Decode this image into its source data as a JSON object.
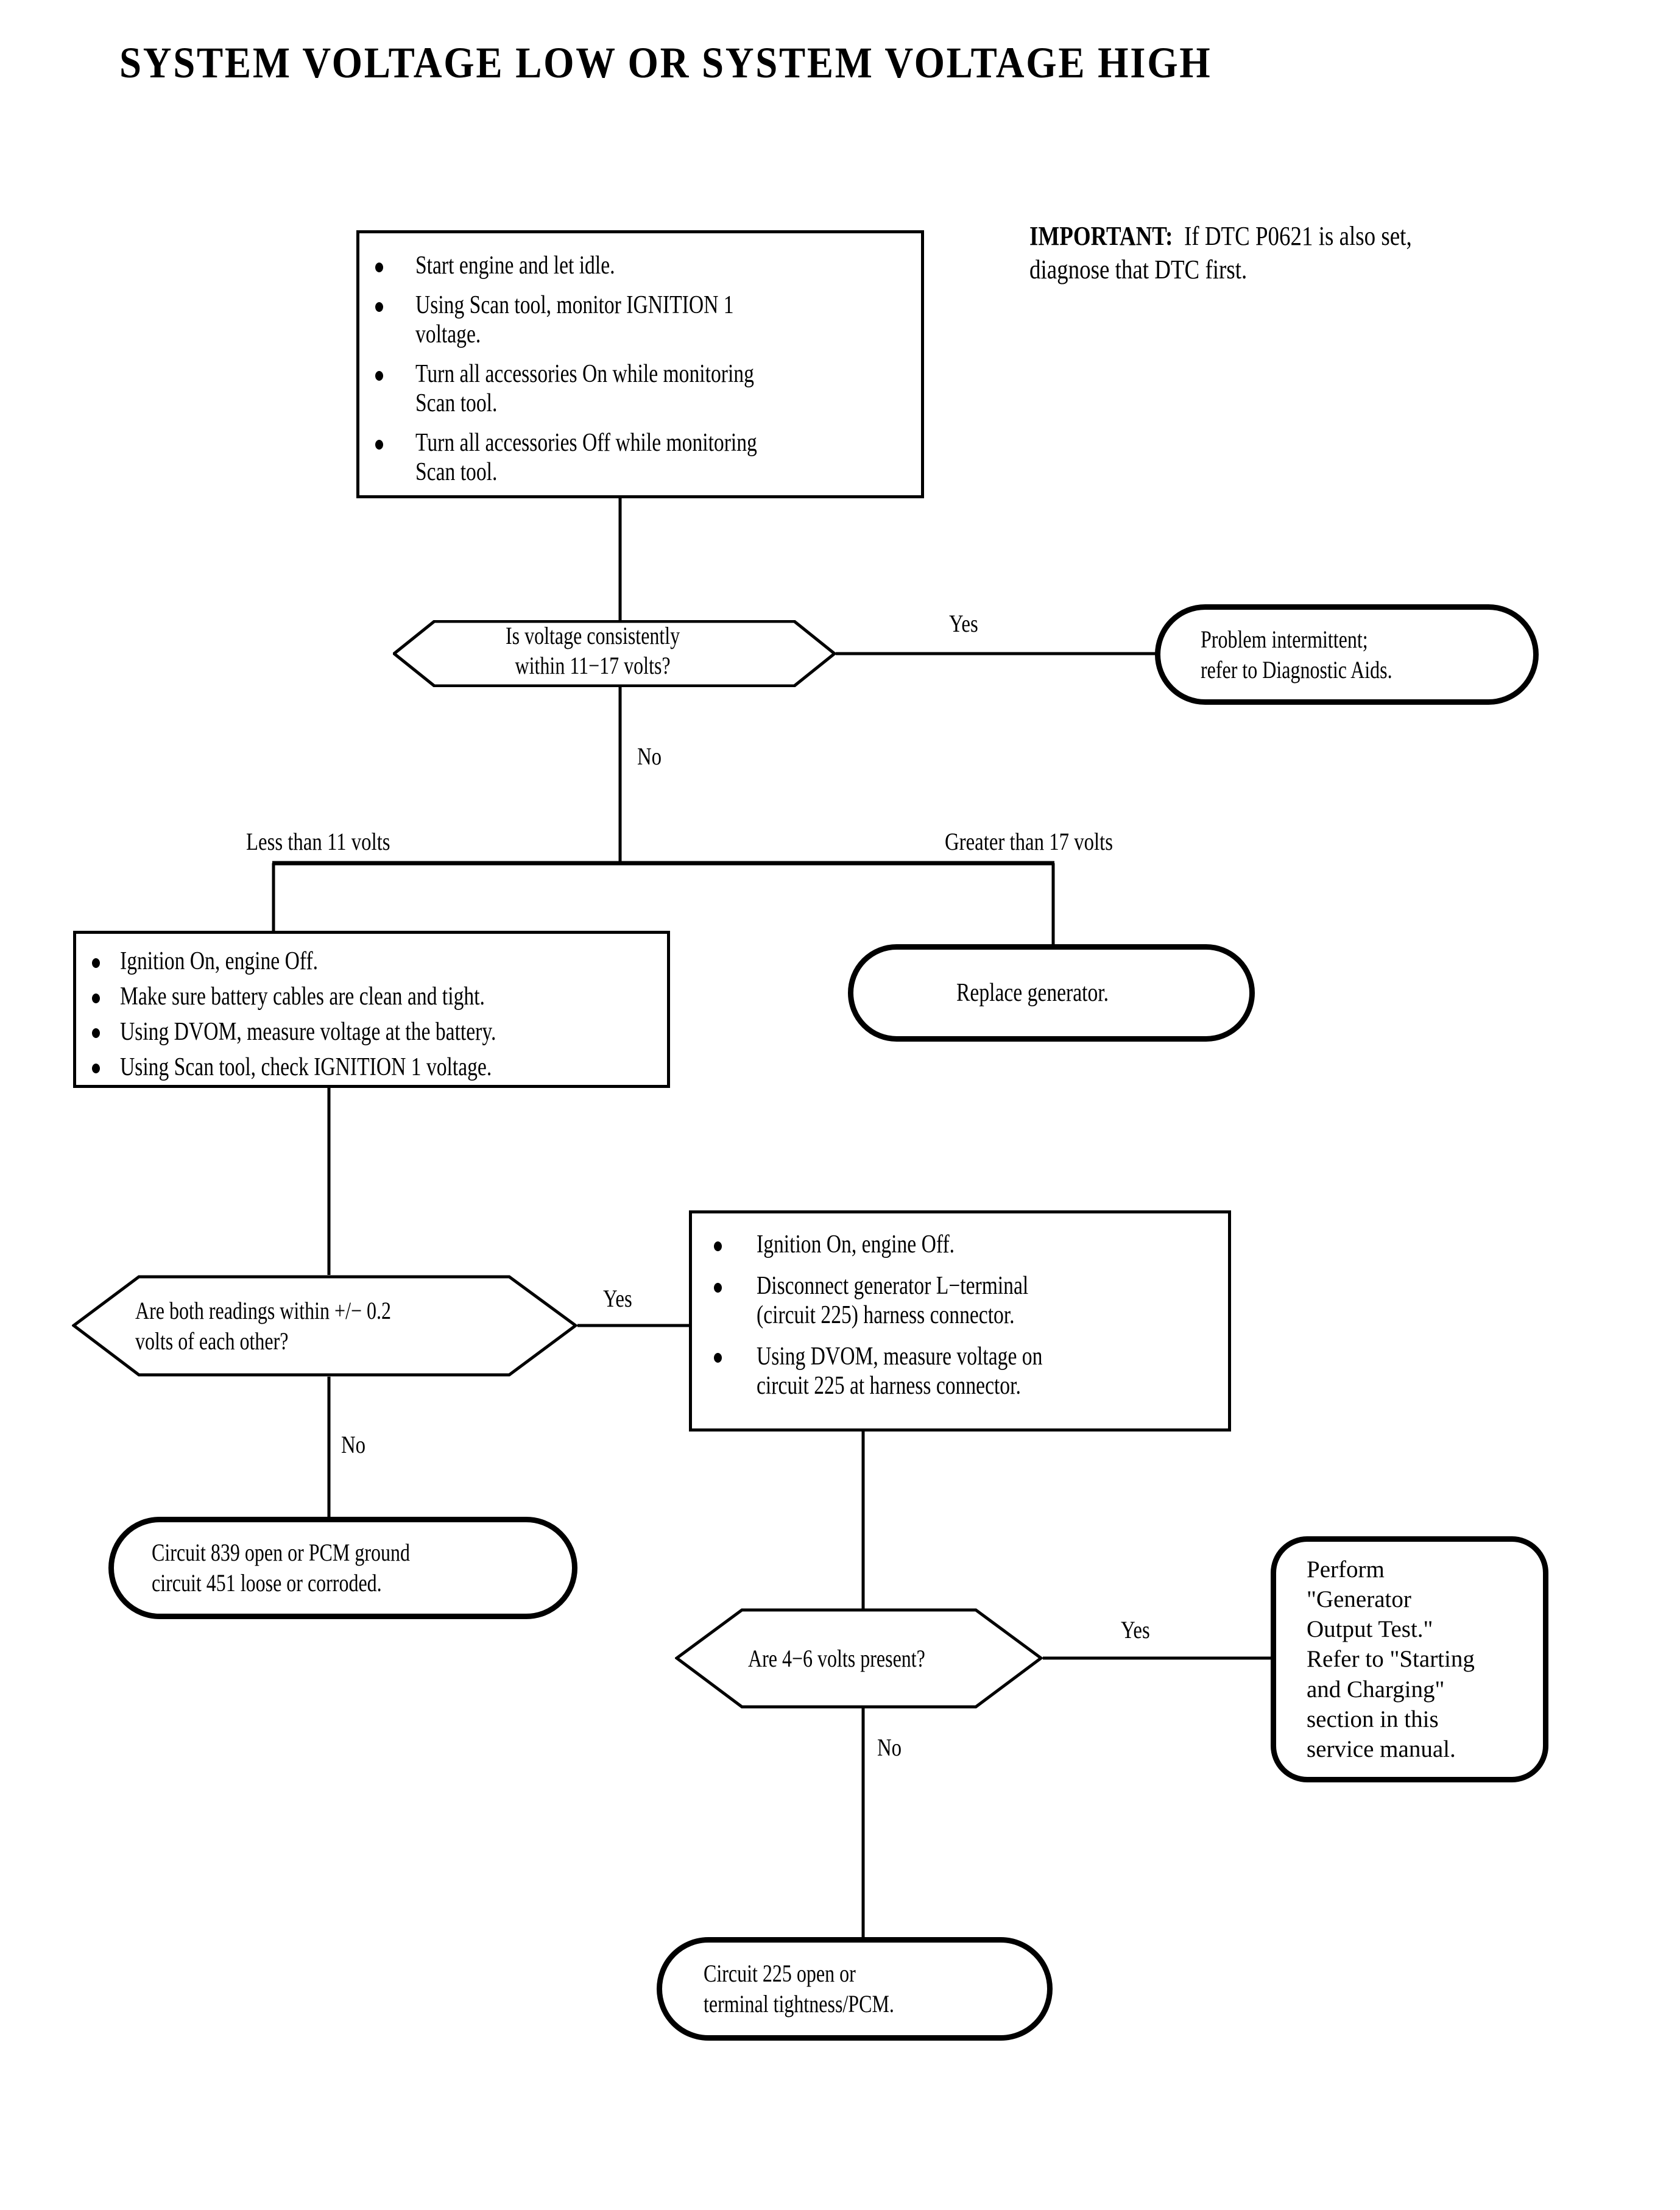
{
  "page": {
    "title": "SYSTEM VOLTAGE LOW OR SYSTEM VOLTAGE HIGH",
    "background": "#ffffff",
    "ink": "#000000"
  },
  "note": {
    "label": "IMPORTANT:",
    "line1": "If DTC P0621 is also set,",
    "line2": "diagnose that DTC first."
  },
  "nodes": {
    "step1": {
      "type": "process",
      "bullets": [
        "Start engine and let idle.",
        "Using Scan tool, monitor IGNITION 1 voltage.",
        "Turn all accessories On while monitoring Scan tool.",
        "Turn all accessories Off while monitoring Scan tool."
      ],
      "lines": [
        [
          "Start engine and let idle."
        ],
        [
          "Using Scan tool, monitor IGNITION 1",
          "voltage."
        ],
        [
          "Turn all accessories On while monitoring",
          "Scan tool."
        ],
        [
          "Turn all accessories Off while monitoring",
          "Scan tool."
        ]
      ]
    },
    "decision1": {
      "type": "decision",
      "text": "Is voltage consistently within 11−17 volts?",
      "lines": [
        "Is voltage consistently",
        "within 11−17 volts?"
      ]
    },
    "terminal_intermittent": {
      "type": "terminal",
      "text": "Problem intermittent; refer to Diagnostic Aids.",
      "lines": [
        "Problem intermittent;",
        "refer to Diagnostic Aids."
      ]
    },
    "terminal_replace_generator": {
      "type": "terminal",
      "text": "Replace generator.",
      "lines": [
        "Replace generator."
      ]
    },
    "step2": {
      "type": "process",
      "bullets": [
        "Ignition On, engine Off.",
        "Make sure battery cables are clean and tight.",
        "Using DVOM, measure voltage at the battery.",
        "Using Scan tool, check IGNITION 1 voltage."
      ],
      "lines": [
        [
          "Ignition On, engine Off."
        ],
        [
          "Make sure battery cables are clean and tight."
        ],
        [
          "Using DVOM, measure voltage at the battery."
        ],
        [
          "Using Scan tool, check IGNITION 1 voltage."
        ]
      ]
    },
    "decision2": {
      "type": "decision",
      "text": "Are both readings within +/− 0.2 volts of each other?",
      "lines": [
        "Are both readings within +/− 0.2",
        "volts of each other?"
      ]
    },
    "step3": {
      "type": "process",
      "bullets": [
        "Ignition On, engine Off.",
        "Disconnect generator L−terminal (circuit 225) harness connector.",
        "Using DVOM, measure voltage on circuit 225 at harness connector."
      ],
      "lines": [
        [
          "Ignition On, engine Off."
        ],
        [
          "Disconnect generator L−terminal",
          "(circuit 225) harness connector."
        ],
        [
          "Using DVOM, measure voltage on",
          "circuit 225 at harness connector."
        ]
      ]
    },
    "terminal_circuit839": {
      "type": "terminal",
      "text": "Circuit 839 open or PCM ground circuit 451 loose or corroded.",
      "lines": [
        "Circuit 839 open or PCM ground",
        "circuit 451 loose or corroded."
      ]
    },
    "decision3": {
      "type": "decision",
      "text": "Are 4−6 volts present?",
      "lines": [
        "Are 4−6 volts present?"
      ]
    },
    "terminal_generator_output_test": {
      "type": "terminal",
      "text": "Perform \"Generator Output Test.\" Refer to \"Starting and Charging\" section in this service manual.",
      "lines": [
        "Perform",
        "\"Generator",
        "Output Test.\"",
        "Refer to \"Starting",
        "and Charging\"",
        "section in this",
        "service manual."
      ]
    },
    "terminal_circuit225": {
      "type": "terminal",
      "text": "Circuit 225 open or terminal tightness/PCM.",
      "lines": [
        "Circuit 225 open or",
        "terminal tightness/PCM."
      ]
    }
  },
  "edge_labels": {
    "d1_yes": "Yes",
    "d1_no": "No",
    "branch_low": "Less than 11 volts",
    "branch_high": "Greater than 17 volts",
    "d2_yes": "Yes",
    "d2_no": "No",
    "d3_yes": "Yes",
    "d3_no": "No"
  }
}
